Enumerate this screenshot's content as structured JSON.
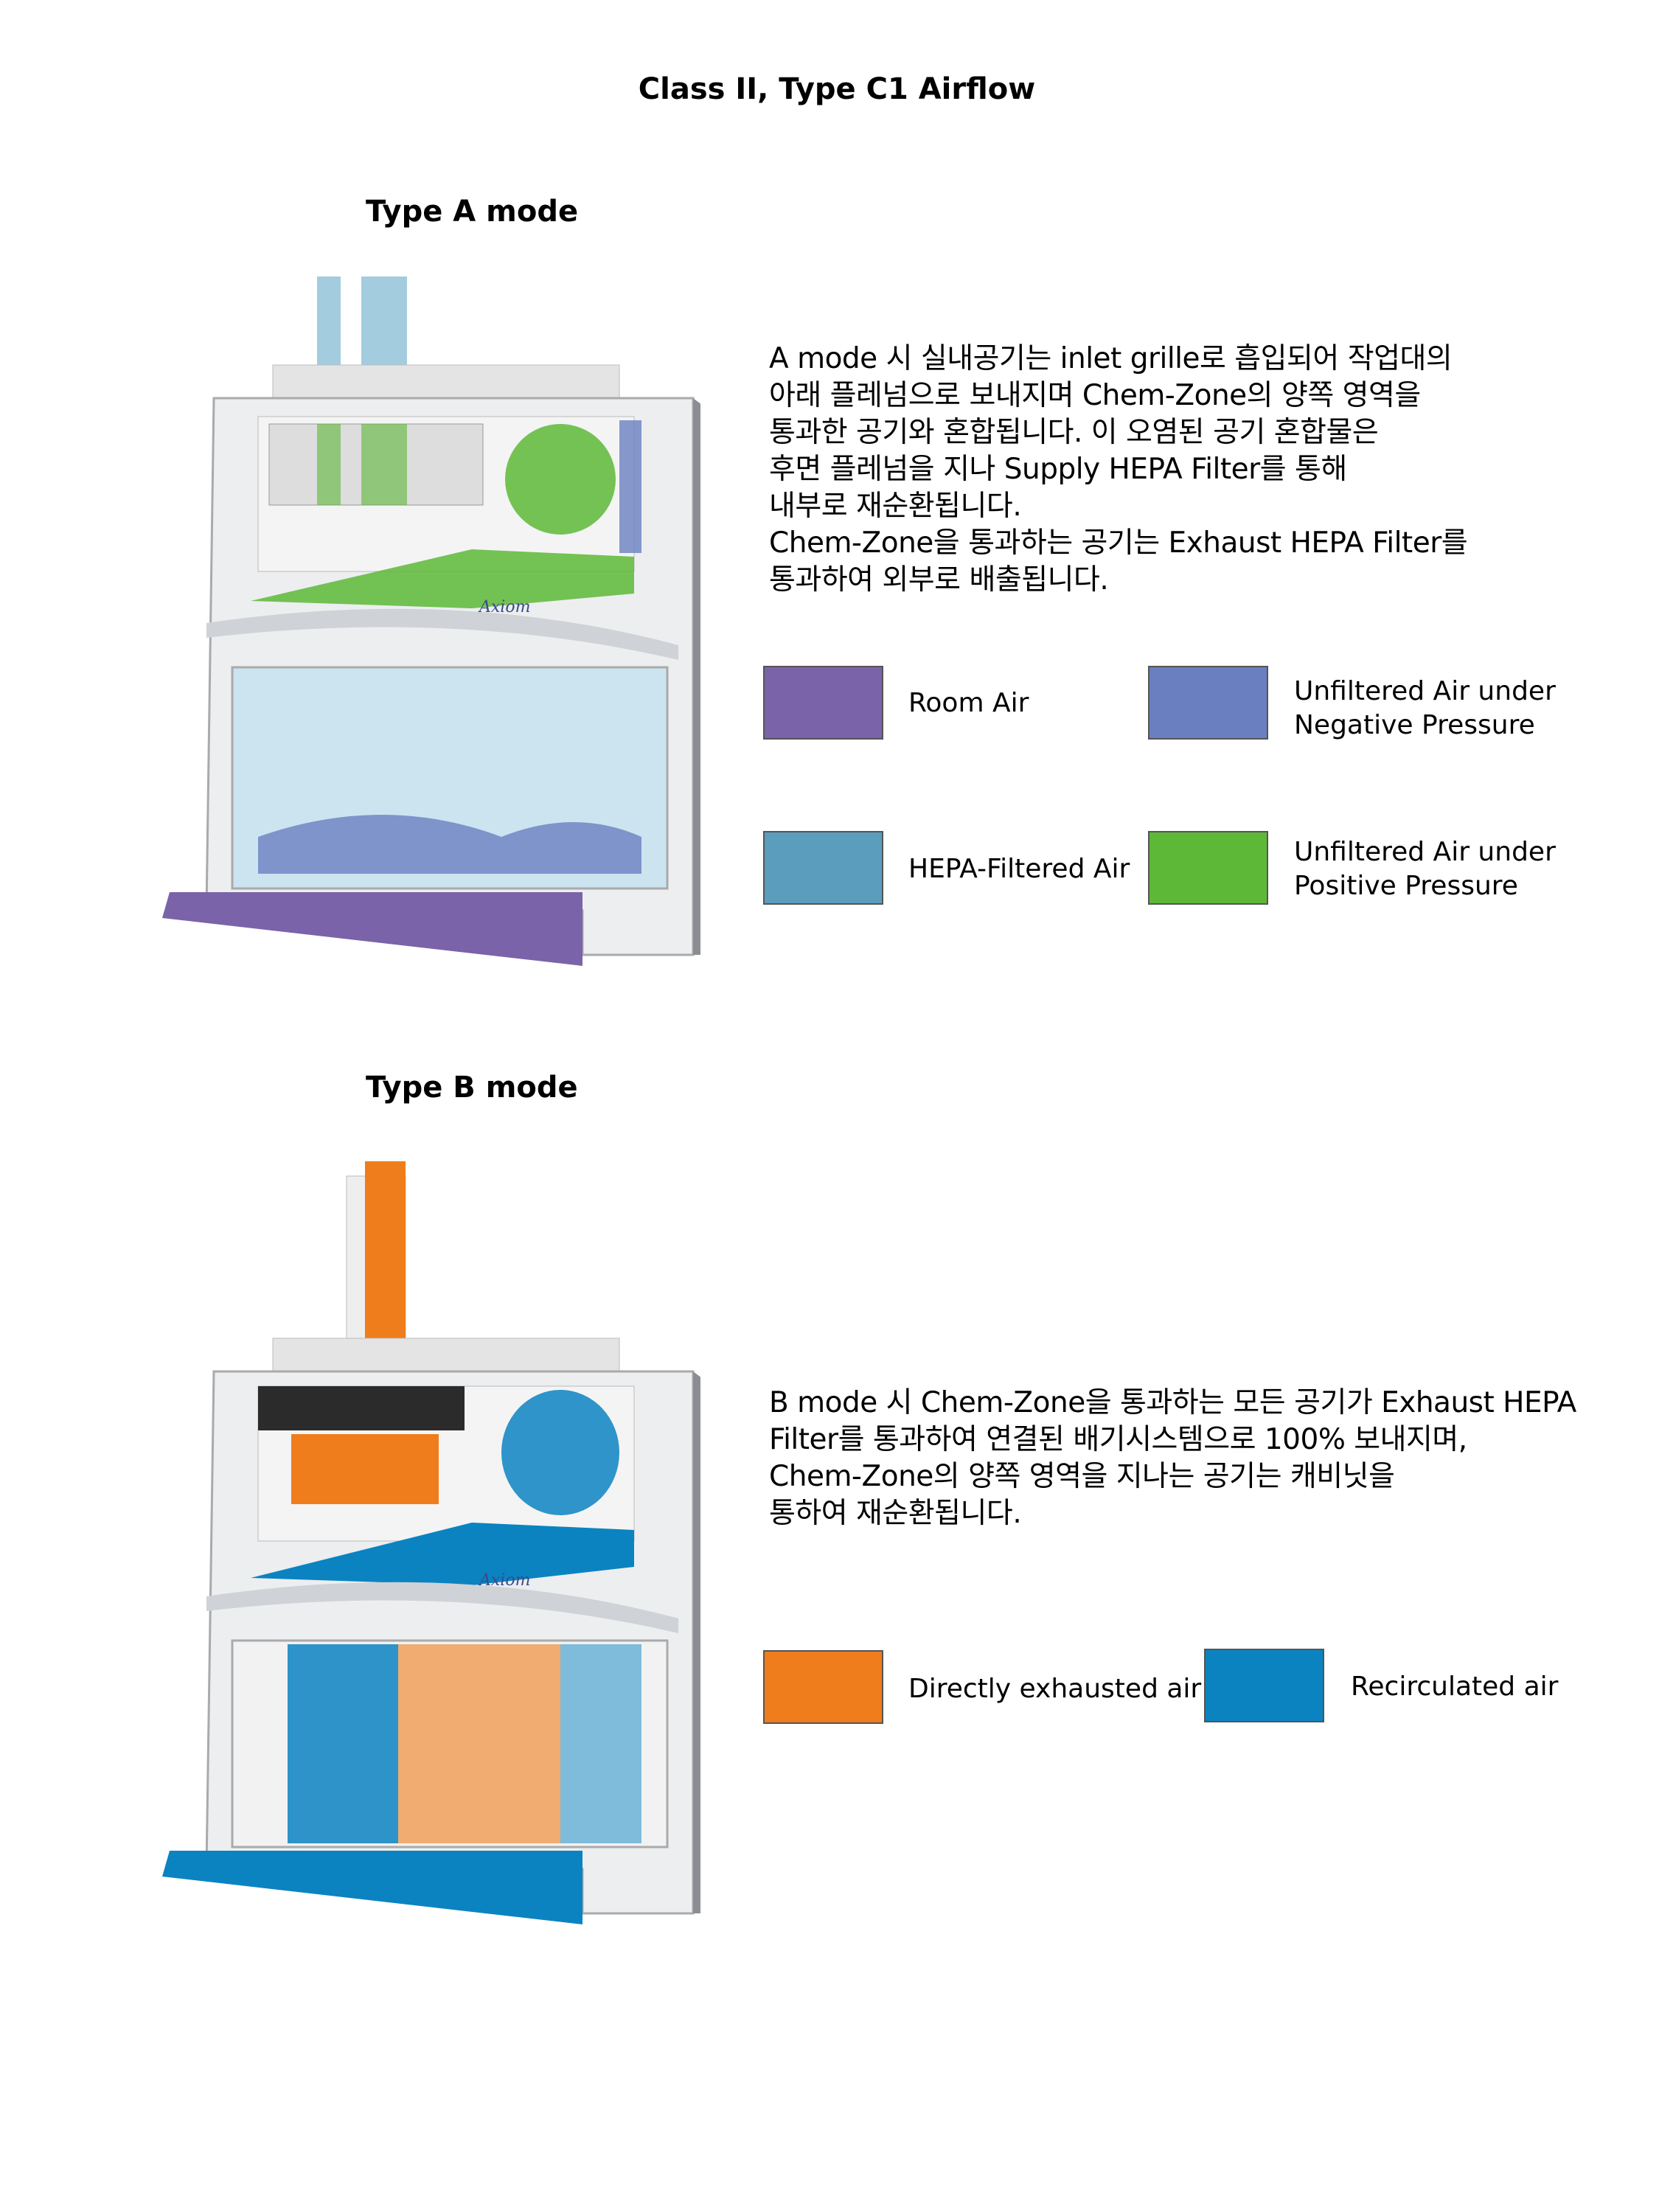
{
  "title": "Class II, Type C1 Airflow",
  "type_a": {
    "heading": "Type A mode",
    "description": "A mode 시 실내공기는 inlet grille로 흡입되어 작업대의\n아래 플레넘으로 보내지며 Chem-Zone의 양쪽 영역을\n통과한 공기와 혼합됩니다. 이 오염된 공기 혼합물은\n후면 플레넘을 지나 Supply HEPA Filter를 통해\n내부로 재순환됩니다.\nChem-Zone을 통과하는 공기는 Exhaust HEPA Filter를\n통과하여 외부로 배출됩니다.",
    "illustration_brand": "Axiom",
    "legend": [
      {
        "label": "Room Air",
        "color": "#7a63a8"
      },
      {
        "label": "Unfiltered Air under\nNegative Pressure",
        "color": "#6a7fc0"
      },
      {
        "label": "HEPA-Filtered Air",
        "color": "#5b9dbc"
      },
      {
        "label": "Unfiltered Air under\nPositive Pressure",
        "color": "#5db837"
      }
    ]
  },
  "type_b": {
    "heading": "Type B mode",
    "description": "B mode 시 Chem-Zone을 통과하는 모든 공기가 Exhaust HEPA\nFilter를 통과하여 연결된 배기시스템으로 100% 보내지며,\nChem-Zone의 양쪽 영역을 지나는 공기는 캐비닛을\n통하여 재순환됩니다.",
    "illustration_brand": "Axiom",
    "legend": [
      {
        "label": "Directly exhausted air",
        "color": "#ef7d1b"
      },
      {
        "label": "Recirculated air",
        "color": "#0b83c1"
      }
    ]
  }
}
